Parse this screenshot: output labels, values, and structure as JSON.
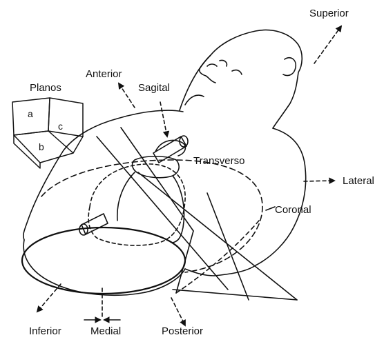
{
  "labels": {
    "superior": "Superior",
    "anterior": "Anterior",
    "planos": "Planos",
    "sagital": "Sagital",
    "transverso": "Transverso",
    "lateral": "Lateral",
    "coronal": "Coronal",
    "inferior": "Inferior",
    "medial": "Medial",
    "posterior": "Posterior"
  },
  "planes_box": {
    "a": "a",
    "b": "b",
    "c": "c"
  },
  "colors": {
    "ink": "#111111",
    "background": "#ffffff"
  }
}
